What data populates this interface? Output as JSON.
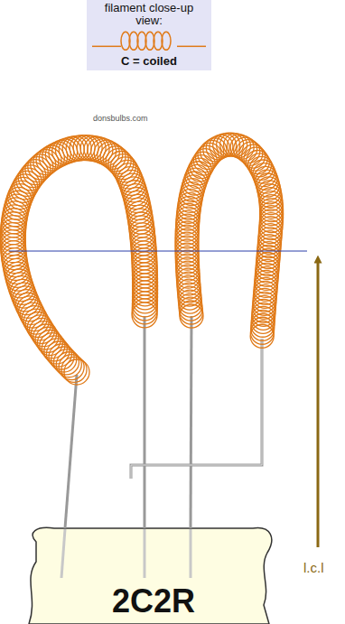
{
  "diagram": {
    "nodes": [
      {
        "text": [
          "filament close-up view:",
          "C = coiled"
        ]
      },
      {
        "text": [
          "2C2R"
        ]
      }
    ],
    "labels": [
      "donsbulbs.com",
      "l.c.l"
    ]
  }
}
